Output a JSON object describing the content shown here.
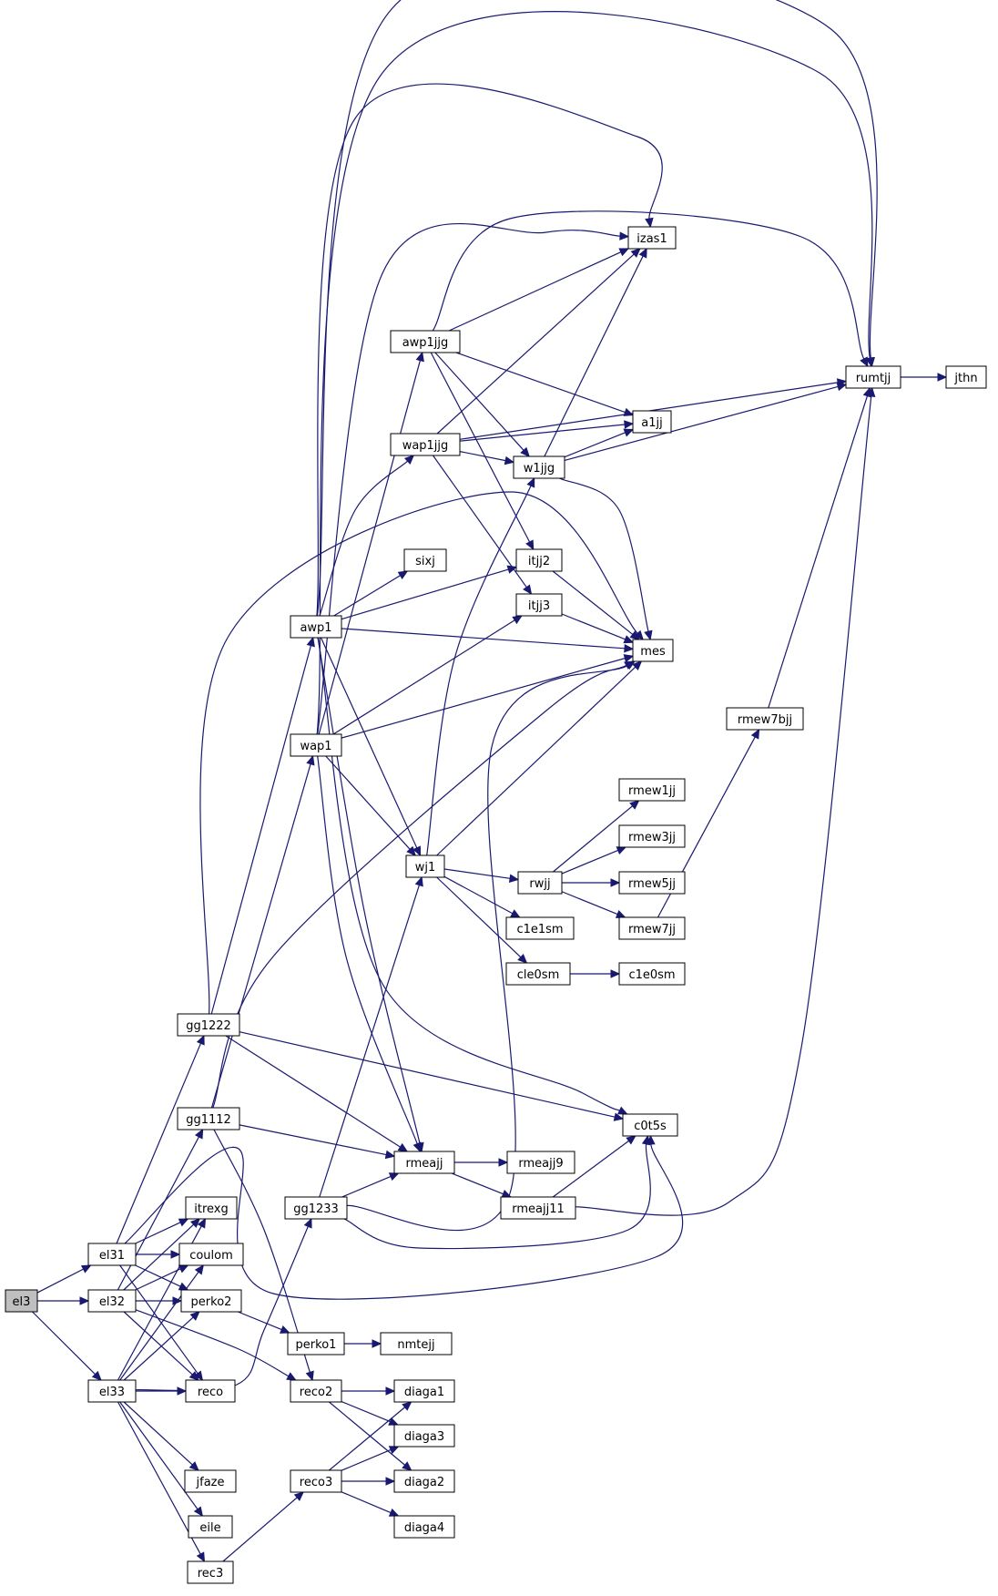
{
  "colors": {
    "edge": "#191970",
    "node_border": "#000000",
    "root_fill": "#bfbfbf",
    "node_fill": "#ffffff"
  },
  "nodes": [
    {
      "id": "el3",
      "label": "el3",
      "root": true
    },
    {
      "id": "el31",
      "label": "el31"
    },
    {
      "id": "el32",
      "label": "el32"
    },
    {
      "id": "el33",
      "label": "el33"
    },
    {
      "id": "gg1222",
      "label": "gg1222"
    },
    {
      "id": "gg1112",
      "label": "gg1112"
    },
    {
      "id": "itrexg",
      "label": "itrexg"
    },
    {
      "id": "coulom",
      "label": "coulom"
    },
    {
      "id": "perko2",
      "label": "perko2"
    },
    {
      "id": "reco",
      "label": "reco"
    },
    {
      "id": "jfaze",
      "label": "jfaze"
    },
    {
      "id": "eile",
      "label": "eile"
    },
    {
      "id": "rec3",
      "label": "rec3"
    },
    {
      "id": "awp1",
      "label": "awp1"
    },
    {
      "id": "wap1",
      "label": "wap1"
    },
    {
      "id": "gg1233",
      "label": "gg1233"
    },
    {
      "id": "perko1",
      "label": "perko1"
    },
    {
      "id": "reco2",
      "label": "reco2"
    },
    {
      "id": "reco3",
      "label": "reco3"
    },
    {
      "id": "nmtejj",
      "label": "nmtejj"
    },
    {
      "id": "diaga1",
      "label": "diaga1"
    },
    {
      "id": "diaga3",
      "label": "diaga3"
    },
    {
      "id": "diaga2",
      "label": "diaga2"
    },
    {
      "id": "diaga4",
      "label": "diaga4"
    },
    {
      "id": "awp1jjg",
      "label": "awp1jjg"
    },
    {
      "id": "wap1jjg",
      "label": "wap1jjg"
    },
    {
      "id": "sixj",
      "label": "sixj"
    },
    {
      "id": "wj1",
      "label": "wj1"
    },
    {
      "id": "rmeajj",
      "label": "rmeajj"
    },
    {
      "id": "izas1",
      "label": "izas1"
    },
    {
      "id": "a1jj",
      "label": "a1jj"
    },
    {
      "id": "w1jjg",
      "label": "w1jjg"
    },
    {
      "id": "itjj2",
      "label": "itjj2"
    },
    {
      "id": "itjj3",
      "label": "itjj3"
    },
    {
      "id": "mes",
      "label": "mes"
    },
    {
      "id": "rwjj",
      "label": "rwjj"
    },
    {
      "id": "c1e1sm",
      "label": "c1e1sm"
    },
    {
      "id": "cle0sm",
      "label": "cle0sm"
    },
    {
      "id": "rmeajj9",
      "label": "rmeajj9"
    },
    {
      "id": "rmeajj11",
      "label": "rmeajj11"
    },
    {
      "id": "c0t5s",
      "label": "c0t5s"
    },
    {
      "id": "rmew1jj",
      "label": "rmew1jj"
    },
    {
      "id": "rmew3jj",
      "label": "rmew3jj"
    },
    {
      "id": "rmew5jj",
      "label": "rmew5jj"
    },
    {
      "id": "rmew7jj",
      "label": "rmew7jj"
    },
    {
      "id": "c1e0sm",
      "label": "c1e0sm"
    },
    {
      "id": "rmew7bjj",
      "label": "rmew7bjj"
    },
    {
      "id": "rumtjj",
      "label": "rumtjj"
    },
    {
      "id": "jthn",
      "label": "jthn"
    }
  ],
  "edges": [
    [
      "el3",
      "el31"
    ],
    [
      "el3",
      "el32"
    ],
    [
      "el3",
      "el33"
    ],
    [
      "el31",
      "gg1222"
    ],
    [
      "el31",
      "itrexg"
    ],
    [
      "el31",
      "coulom"
    ],
    [
      "el31",
      "perko2"
    ],
    [
      "el31",
      "reco"
    ],
    [
      "el31",
      "c0t5s"
    ],
    [
      "el32",
      "gg1112"
    ],
    [
      "el32",
      "itrexg"
    ],
    [
      "el32",
      "coulom"
    ],
    [
      "el32",
      "perko2"
    ],
    [
      "el32",
      "reco"
    ],
    [
      "el32",
      "reco2"
    ],
    [
      "el33",
      "itrexg"
    ],
    [
      "el33",
      "coulom"
    ],
    [
      "el33",
      "perko2"
    ],
    [
      "el33",
      "reco"
    ],
    [
      "el33",
      "jfaze"
    ],
    [
      "el33",
      "eile"
    ],
    [
      "el33",
      "rec3"
    ],
    [
      "el33",
      "gg1233"
    ],
    [
      "gg1222",
      "awp1"
    ],
    [
      "gg1222",
      "mes"
    ],
    [
      "gg1222",
      "rmeajj"
    ],
    [
      "gg1222",
      "c0t5s"
    ],
    [
      "gg1112",
      "wap1"
    ],
    [
      "gg1112",
      "mes"
    ],
    [
      "gg1112",
      "rmeajj"
    ],
    [
      "gg1112",
      "reco2"
    ],
    [
      "gg1233",
      "wj1"
    ],
    [
      "gg1233",
      "rmeajj"
    ],
    [
      "gg1233",
      "c0t5s"
    ],
    [
      "gg1233",
      "mes"
    ],
    [
      "perko2",
      "perko1"
    ],
    [
      "perko1",
      "nmtejj"
    ],
    [
      "reco2",
      "diaga1"
    ],
    [
      "reco2",
      "diaga3"
    ],
    [
      "reco2",
      "diaga2"
    ],
    [
      "reco3",
      "diaga1"
    ],
    [
      "reco3",
      "diaga3"
    ],
    [
      "reco3",
      "diaga2"
    ],
    [
      "reco3",
      "diaga4"
    ],
    [
      "rec3",
      "reco3"
    ],
    [
      "awp1",
      "sixj"
    ],
    [
      "awp1",
      "itjj2"
    ],
    [
      "awp1",
      "mes"
    ],
    [
      "awp1",
      "wj1"
    ],
    [
      "awp1",
      "rmeajj"
    ],
    [
      "awp1",
      "c0t5s"
    ],
    [
      "awp1",
      "izas1"
    ],
    [
      "awp1",
      "rumtjj"
    ],
    [
      "awp1",
      "wap1jjg"
    ],
    [
      "wap1",
      "awp1jjg"
    ],
    [
      "wap1",
      "itjj3"
    ],
    [
      "wap1",
      "mes"
    ],
    [
      "wap1",
      "wj1"
    ],
    [
      "wap1",
      "rmeajj"
    ],
    [
      "wap1",
      "izas1"
    ],
    [
      "wap1",
      "rumtjj"
    ],
    [
      "awp1jjg",
      "izas1"
    ],
    [
      "awp1jjg",
      "a1jj"
    ],
    [
      "awp1jjg",
      "w1jjg"
    ],
    [
      "awp1jjg",
      "itjj2"
    ],
    [
      "awp1jjg",
      "rumtjj"
    ],
    [
      "wap1jjg",
      "izas1"
    ],
    [
      "wap1jjg",
      "a1jj"
    ],
    [
      "wap1jjg",
      "w1jjg"
    ],
    [
      "wap1jjg",
      "itjj3"
    ],
    [
      "wap1jjg",
      "rumtjj"
    ],
    [
      "w1jjg",
      "izas1"
    ],
    [
      "w1jjg",
      "a1jj"
    ],
    [
      "w1jjg",
      "rumtjj"
    ],
    [
      "w1jjg",
      "mes"
    ],
    [
      "itjj2",
      "mes"
    ],
    [
      "itjj3",
      "mes"
    ],
    [
      "wj1",
      "w1jjg"
    ],
    [
      "wj1",
      "mes"
    ],
    [
      "wj1",
      "rwjj"
    ],
    [
      "wj1",
      "c1e1sm"
    ],
    [
      "wj1",
      "cle0sm"
    ],
    [
      "rwjj",
      "rmew1jj"
    ],
    [
      "rwjj",
      "rmew3jj"
    ],
    [
      "rwjj",
      "rmew5jj"
    ],
    [
      "rwjj",
      "rmew7jj"
    ],
    [
      "rmew7jj",
      "rmew7bjj"
    ],
    [
      "rmew7bjj",
      "rumtjj"
    ],
    [
      "rumtjj",
      "jthn"
    ],
    [
      "cle0sm",
      "c1e0sm"
    ],
    [
      "rmeajj",
      "rmeajj9"
    ],
    [
      "rmeajj",
      "rmeajj11"
    ],
    [
      "rmeajj11",
      "c0t5s"
    ],
    [
      "rmeajj11",
      "rumtjj"
    ]
  ]
}
